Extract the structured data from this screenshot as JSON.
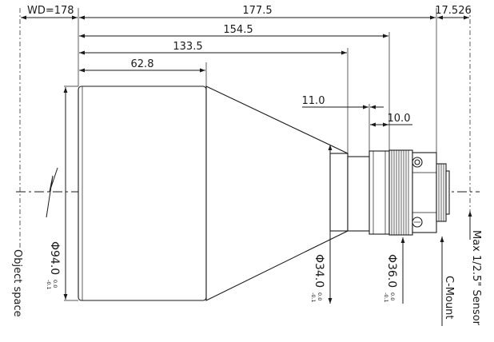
{
  "dimensions": {
    "working_distance": "WD=178",
    "total_length": "177.5",
    "back_focal": "17.526",
    "length_a": "154.5",
    "length_b": "133.5",
    "length_c": "62.8",
    "length_d": "11.0",
    "length_e": "10.0"
  },
  "diameters": {
    "front_diameter": "Φ94.0",
    "front_tolerance_upper": "0.0",
    "front_tolerance_lower": "-0.1",
    "rear_diameter": "Φ34.0",
    "rear_tolerance_upper": "0.0",
    "rear_tolerance_lower": "-0.1",
    "mount_diameter": "Φ36.0",
    "mount_tolerance_upper": "0.0",
    "mount_tolerance_lower": "-0.1"
  },
  "labels": {
    "object_space": "Object space",
    "mount": "C-Mount",
    "sensor": "Max 1/2.5\" Sensor"
  }
}
